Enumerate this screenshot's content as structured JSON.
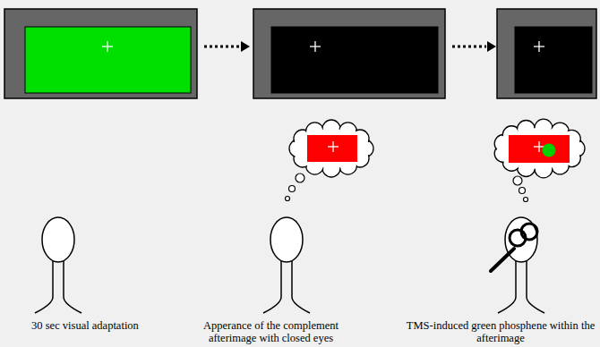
{
  "diagram": {
    "labels": [
      "30 sec visual adaptation",
      "Apperance of the complement afterimage with closed eyes",
      "TMS-induced green phosphene within the afterimage"
    ]
  }
}
